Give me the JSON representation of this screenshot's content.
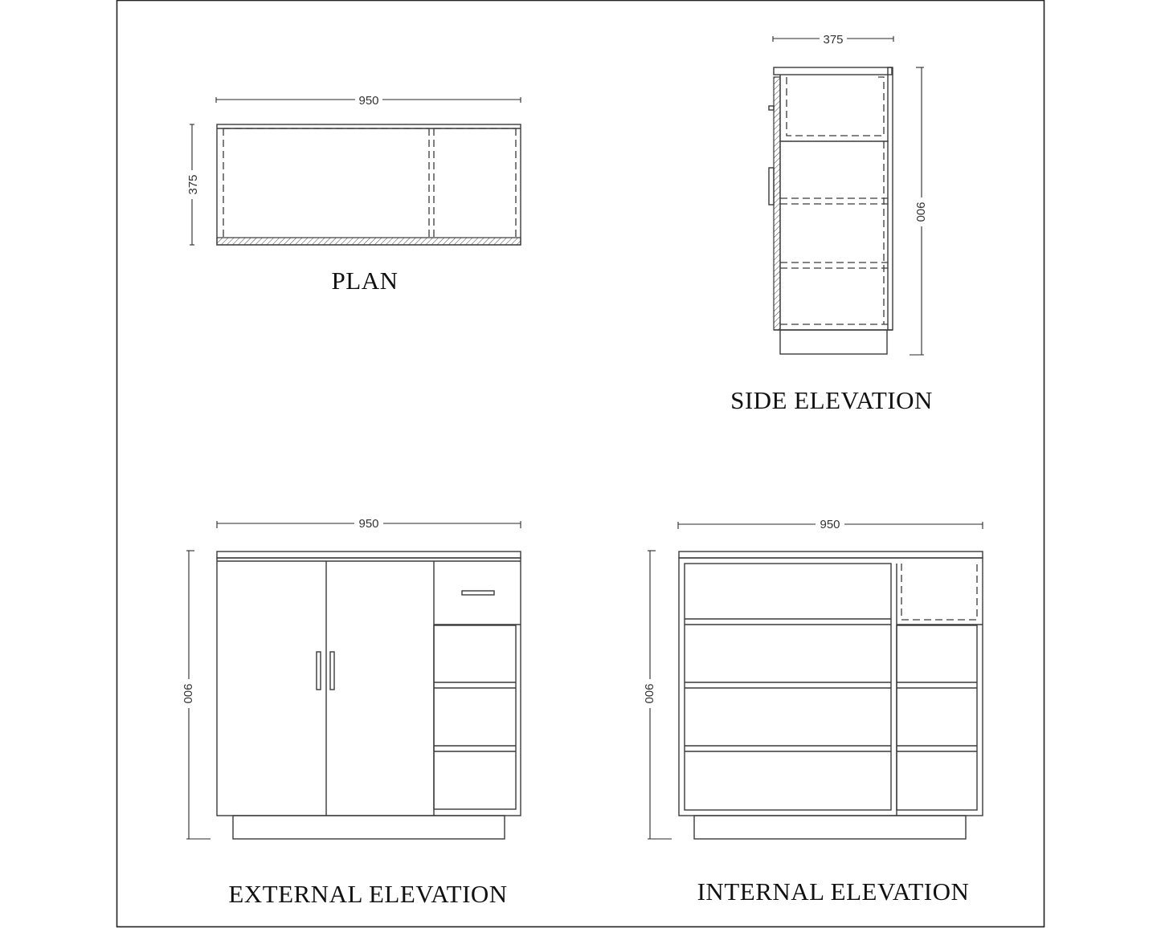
{
  "drawing": {
    "border_color": "#222222",
    "line_color": "#3a3a3a"
  },
  "plan": {
    "title": "PLAN",
    "dim_width": "950",
    "dim_depth": "375"
  },
  "side_elevation": {
    "title": "SIDE ELEVATION",
    "dim_depth": "375",
    "dim_height": "900"
  },
  "external_elevation": {
    "title": "EXTERNAL ELEVATION",
    "dim_width": "950",
    "dim_height": "900"
  },
  "internal_elevation": {
    "title": "INTERNAL ELEVATION",
    "dim_width": "950",
    "dim_height": "900"
  }
}
